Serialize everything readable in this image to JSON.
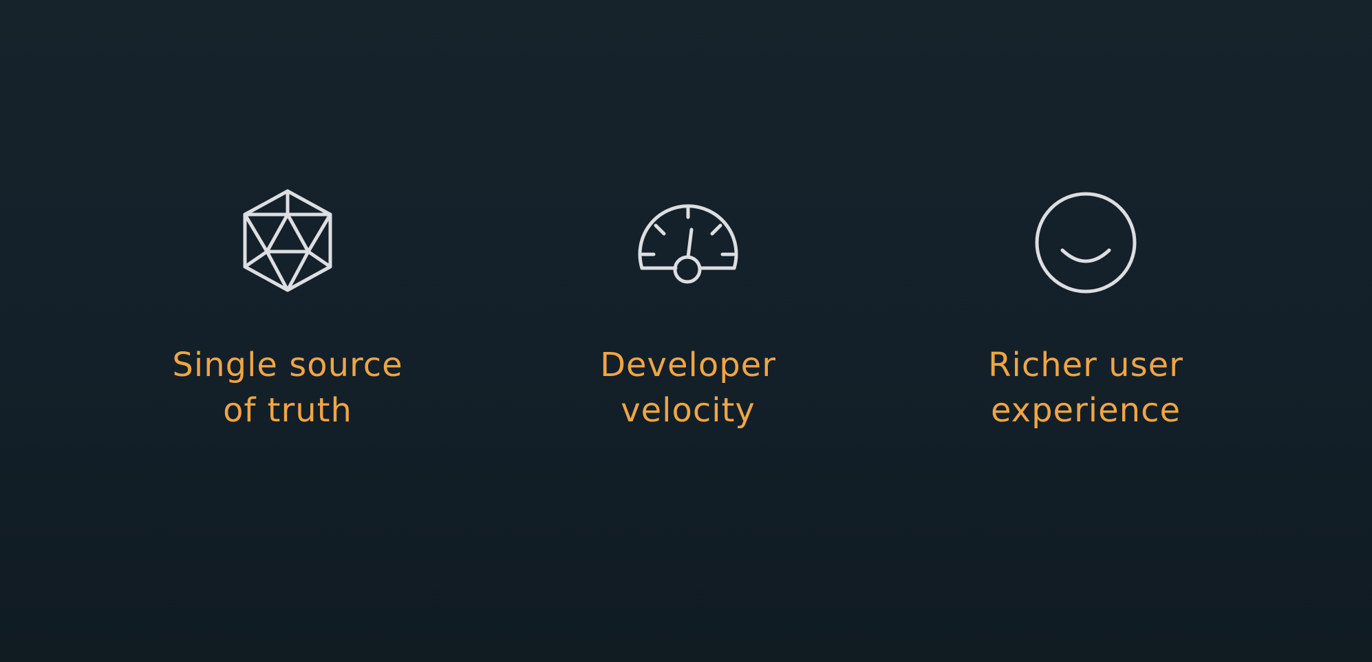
{
  "features": [
    {
      "icon": "icosahedron-icon",
      "line1": "Single source",
      "line2": "of truth"
    },
    {
      "icon": "speedometer-icon",
      "line1": "Developer",
      "line2": "velocity"
    },
    {
      "icon": "smiley-face-icon",
      "line1": "Richer user",
      "line2": "experience"
    }
  ],
  "colors": {
    "background": "#132029",
    "label": "#f0a544",
    "icon_stroke": "#dcdee1"
  }
}
